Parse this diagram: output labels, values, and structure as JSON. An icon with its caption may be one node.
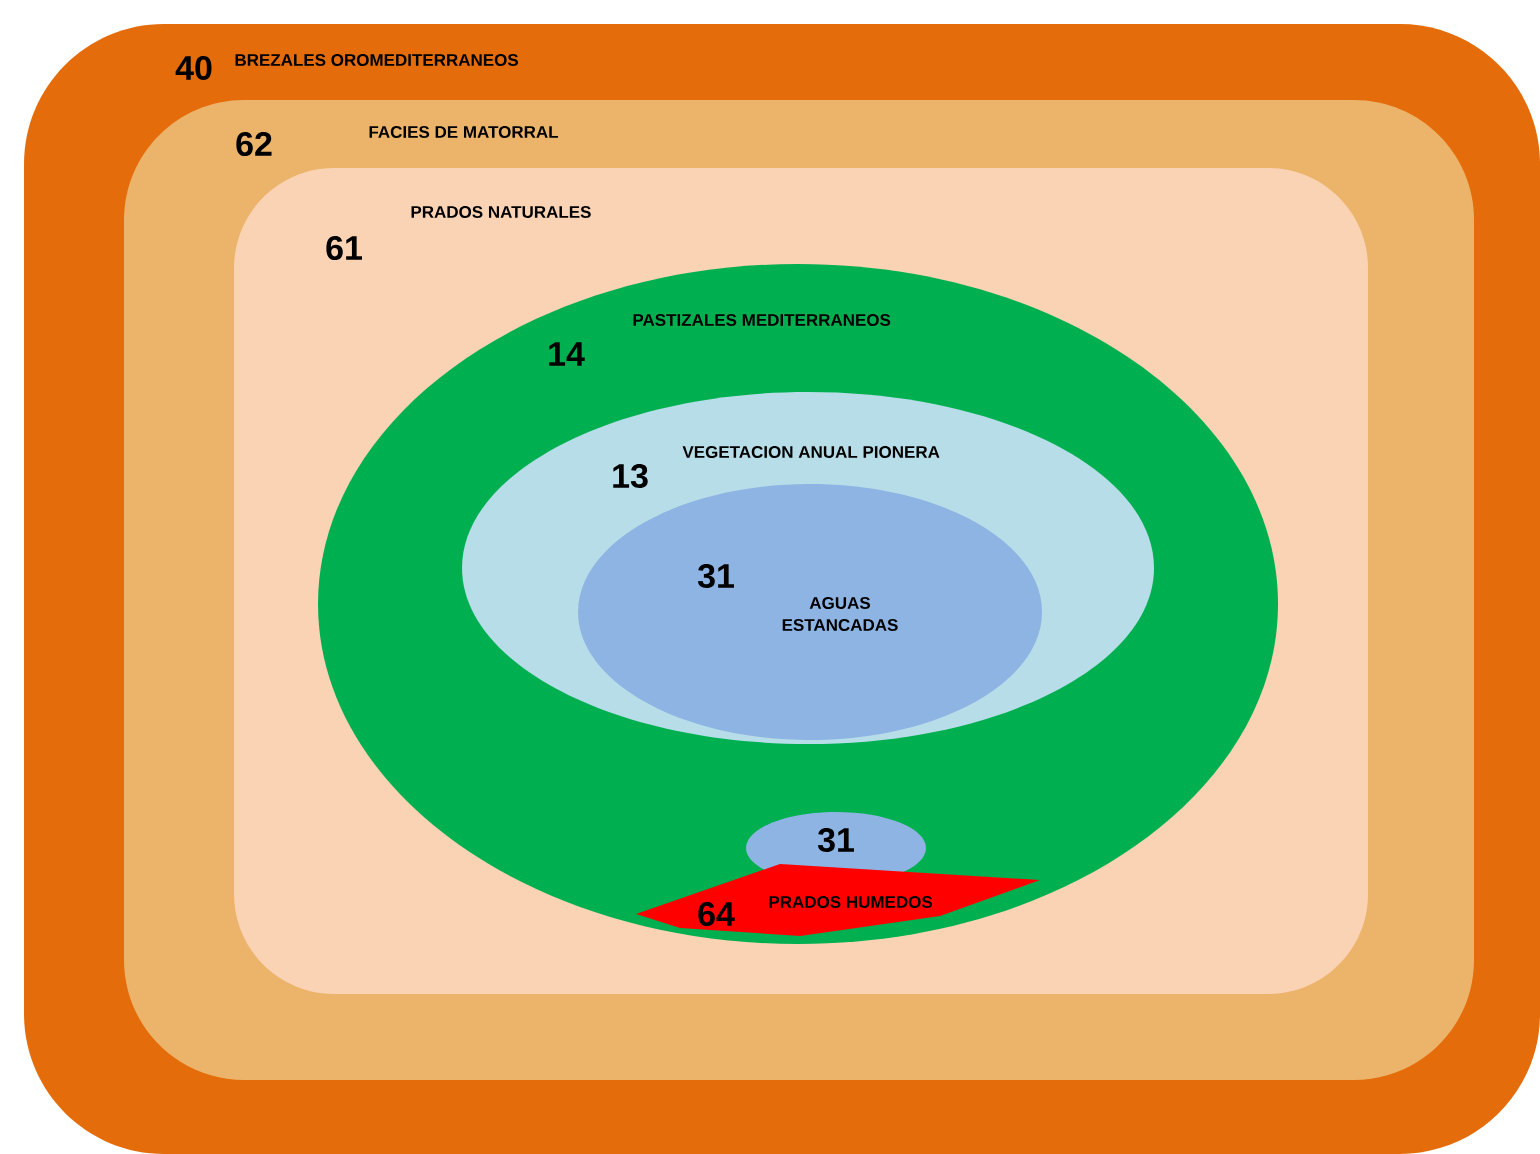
{
  "diagram": {
    "nodes": [
      {
        "text": [
          "40",
          "BREZALES OROMEDITERRANEOS"
        ]
      },
      {
        "text": [
          "62",
          "FACIES DE MATORRAL"
        ],
        "in": 0
      },
      {
        "text": [
          "61",
          "PRADOS NATURALES"
        ],
        "in": 1
      },
      {
        "text": [
          "14",
          "PASTIZALES MEDITERRANEOS"
        ],
        "in": 2
      },
      {
        "text": [
          "13",
          "VEGETACION ANUAL PIONERA"
        ],
        "in": 3
      },
      {
        "text": [
          "31",
          "AGUAS ESTANCADAS"
        ],
        "in": 4
      },
      {
        "text": [
          "31"
        ],
        "in": 3
      },
      {
        "text": [
          "64",
          "PRADOS HUMEDOS"
        ],
        "in": 3
      }
    ]
  }
}
